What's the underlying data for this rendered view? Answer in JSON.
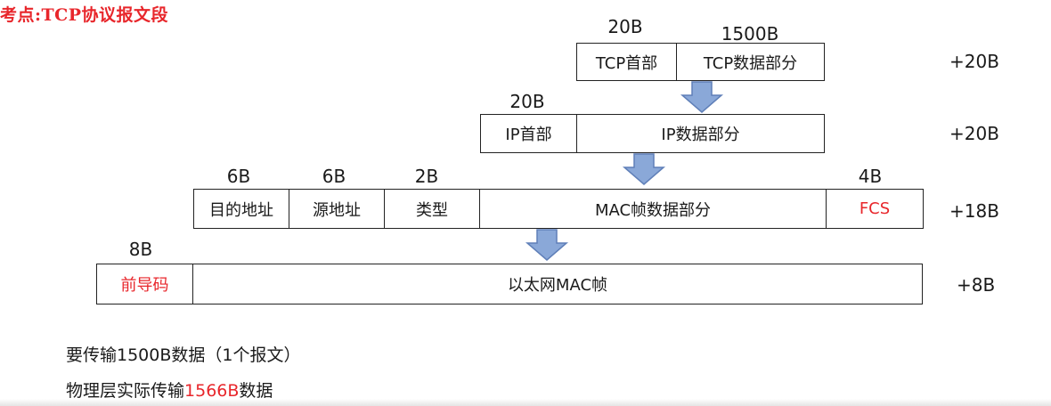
{
  "title": "考点:TCP协议报文段",
  "rows": [
    {
      "sum": "+20B",
      "sizes": [
        "20B",
        "1500B"
      ],
      "cells": [
        "TCP首部",
        "TCP数据部分"
      ]
    },
    {
      "sum": "+20B",
      "sizes": [
        "20B"
      ],
      "cells": [
        "IP首部",
        "IP数据部分"
      ]
    },
    {
      "sum": "+18B",
      "sizes": [
        "6B",
        "6B",
        "2B",
        "4B"
      ],
      "cells": [
        "目的地址",
        "源地址",
        "类型",
        "MAC帧数据部分",
        "FCS"
      ]
    },
    {
      "sum": "+8B",
      "sizes": [
        "8B"
      ],
      "cells": [
        "前导码",
        "以太网MAC帧"
      ]
    }
  ],
  "notes": {
    "line1": "要传输1500B数据（1个报文）",
    "line2_prefix": "物理层实际传输",
    "line2_highlight": "1566B",
    "line2_suffix": "数据"
  },
  "colors": {
    "highlight": "#e8262b",
    "arrow_fill": "#8aa8d8",
    "arrow_stroke": "#5f7fb8"
  }
}
